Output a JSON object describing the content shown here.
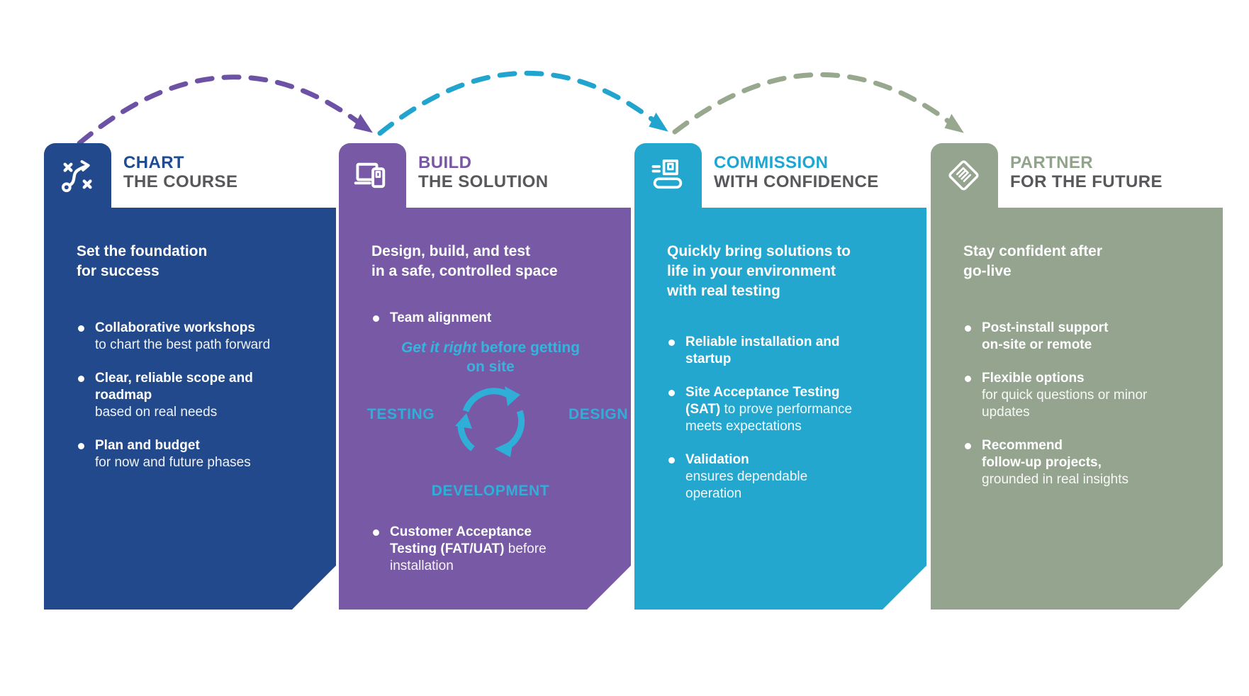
{
  "palette": {
    "card1_blue": "#21498B",
    "card2_purple": "#7859A6",
    "card3_cyan": "#24A7CF",
    "card4_green": "#94A48E",
    "title_gray": "#57585C",
    "accent_cyan": "#35B4DC",
    "arc1_purple": "#6C51A4",
    "arc2_cyan": "#21A5CE",
    "arc3_green": "#98A88F",
    "text_white": "#FFFFFF"
  },
  "columns": [
    {
      "title1": "CHART",
      "title2": "THE COURSE",
      "intro": [
        "Set the foundation",
        "for success"
      ],
      "bullets": [
        {
          "bold": "Collaborative workshops",
          "rest": "to chart the best path forward"
        },
        {
          "bold": "Clear, reliable scope and roadmap",
          "rest": "based on real needs"
        },
        {
          "bold": "Plan and budget",
          "rest": "for now and future phases"
        }
      ]
    },
    {
      "title1": "BUILD",
      "title2": "THE SOLUTION",
      "intro": [
        "Design, build, and test",
        "in a safe, controlled space"
      ],
      "bullets": [
        {
          "bold": "Team alignment",
          "rest": ""
        },
        {
          "bold": "Customer Acceptance Testing (FAT/UAT)",
          "rest": "before installation"
        }
      ],
      "callout": {
        "italic": "Get it right",
        "rest": " before getting on site"
      },
      "cycle": {
        "left": "TESTING",
        "right": "DESIGN",
        "bottom": "DEVELOPMENT"
      }
    },
    {
      "title1": "COMMISSION",
      "title2": "WITH CONFIDENCE",
      "intro": [
        "Quickly bring solutions to",
        "life in your environment",
        "with real testing"
      ],
      "bullets": [
        {
          "bold": "Reliable installation and startup",
          "rest": ""
        },
        {
          "bold": "Site Acceptance Testing (SAT)",
          "rest": "to prove performance meets expectations"
        },
        {
          "bold": "Validation",
          "rest": "ensures dependable operation"
        }
      ]
    },
    {
      "title1": "PARTNER",
      "title2": "FOR THE FUTURE",
      "intro": [
        "Stay confident after",
        "go-live"
      ],
      "bullets": [
        {
          "bold": "Post-install support",
          "bold2": "on-site or remote",
          "rest": ""
        },
        {
          "bold": "Flexible options",
          "rest": "for quick questions or minor updates"
        },
        {
          "bold": "Recommend",
          "bold2": "follow-up projects,",
          "rest": "grounded in real insights"
        }
      ]
    }
  ]
}
